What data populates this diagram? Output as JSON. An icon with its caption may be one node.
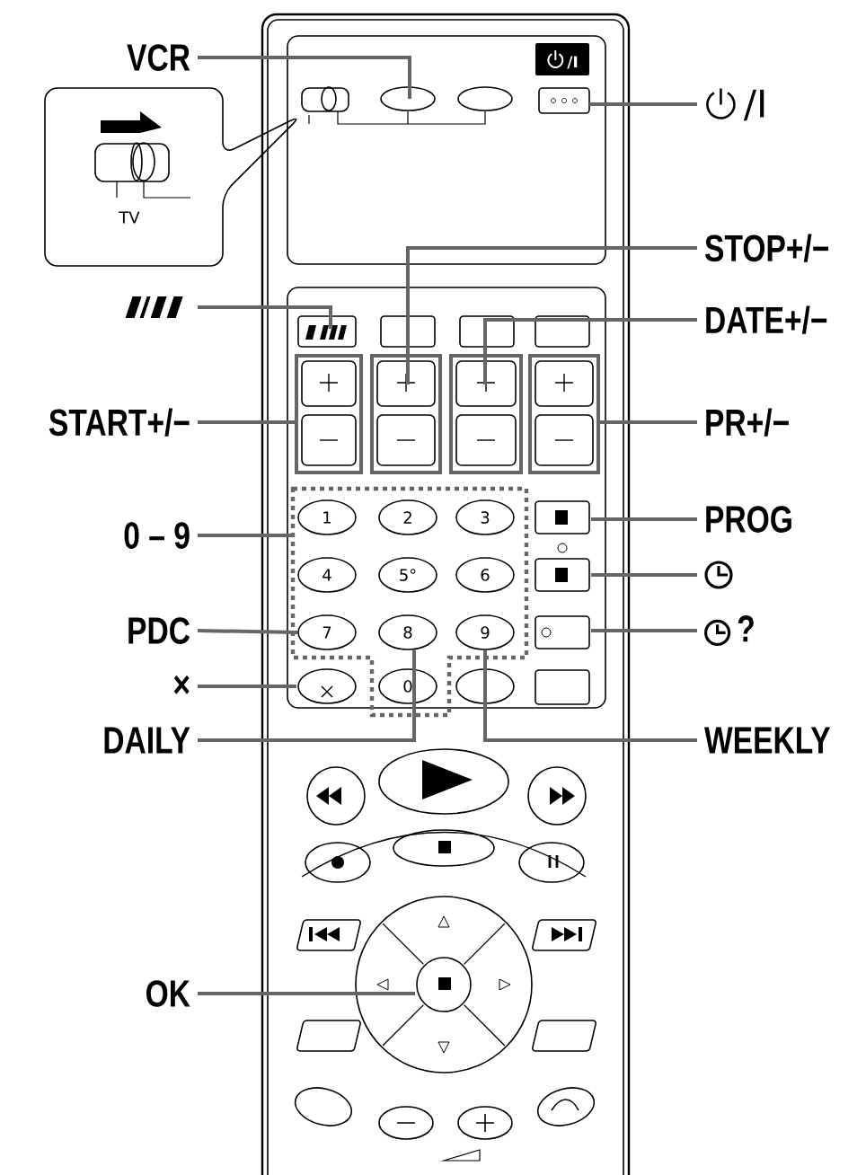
{
  "diagram": {
    "nodes": [
      {
        "text": [
          "VCR"
        ]
      },
      {
        "text": [
          "/I"
        ]
      },
      {
        "text": [
          "STOP+/−"
        ]
      },
      {
        "text": [],
        "shape": "stripes"
      },
      {
        "text": [
          "DATE+/−"
        ]
      },
      {
        "text": [
          "START+/−"
        ]
      },
      {
        "text": [
          "PR+/−"
        ]
      },
      {
        "text": [
          "PROG"
        ]
      },
      {
        "text": [
          "0 – 9"
        ]
      },
      {
        "text": [],
        "shape": "clock"
      },
      {
        "text": [
          "PDC"
        ]
      },
      {
        "text": [
          "?"
        ]
      },
      {
        "text": [
          "×"
        ]
      },
      {
        "text": [
          "DAILY"
        ]
      },
      {
        "text": [
          "WEEKLY"
        ]
      },
      {
        "text": [
          "OK"
        ]
      },
      {
        "text": [],
        "shape": "box"
      },
      {
        "text": [
          "7"
        ],
        "in": 16
      },
      {
        "text": [
          "8"
        ],
        "in": 16
      },
      {
        "text": [
          "9"
        ],
        "in": 16
      }
    ],
    "edges": [
      {
        "from": 0,
        "to": null,
        "arrow": "none"
      },
      {
        "from": 1,
        "to": null,
        "arrow": "none"
      },
      {
        "from": 2,
        "to": null,
        "arrow": "none"
      },
      {
        "from": 3,
        "to": null,
        "arrow": "none"
      },
      {
        "from": 4,
        "to": null,
        "arrow": "none"
      },
      {
        "from": 5,
        "to": null,
        "arrow": "none"
      },
      {
        "from": 6,
        "to": null,
        "arrow": "none"
      },
      {
        "from": 7,
        "to": null,
        "arrow": "none"
      },
      {
        "from": 8,
        "to": 16,
        "arrow": "none"
      },
      {
        "from": 9,
        "to": null,
        "arrow": "none"
      },
      {
        "from": 10,
        "to": 17,
        "arrow": "none"
      },
      {
        "from": 11,
        "to": null,
        "arrow": "none"
      },
      {
        "from": 12,
        "to": null,
        "arrow": "none"
      },
      {
        "from": 13,
        "to": 18,
        "arrow": "none"
      },
      {
        "from": 14,
        "to": 19,
        "arrow": "none"
      },
      {
        "from": 15,
        "to": null,
        "arrow": "none"
      }
    ],
    "labels": [
      "/I",
      "TV",
      "1",
      "2",
      "3",
      "4",
      "5°",
      "6",
      "0"
    ]
  }
}
